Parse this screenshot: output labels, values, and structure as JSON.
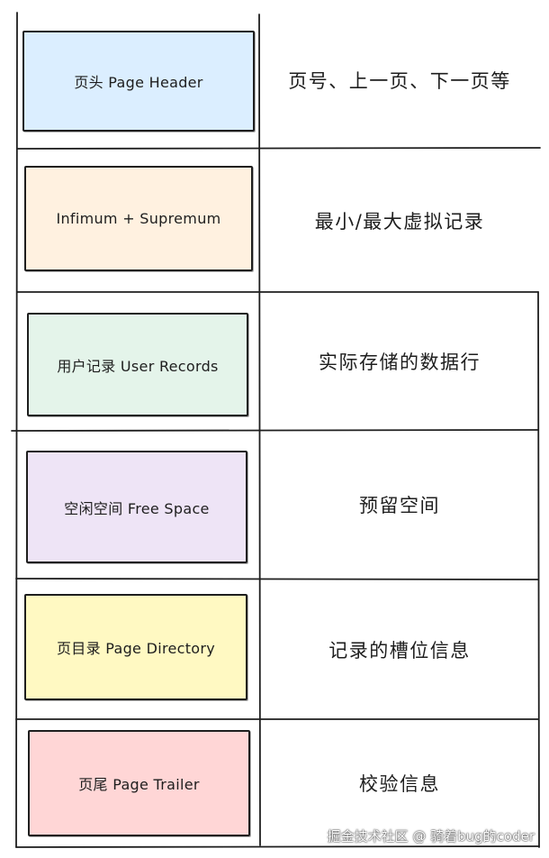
{
  "diagram": {
    "rows": [
      {
        "label": "页头 Page Header",
        "description": "页号、上一页、下一页等",
        "fill": "#dbeeff"
      },
      {
        "label": "Infimum + Supremum",
        "description": "最小/最大虚拟记录",
        "fill": "#fff1e0"
      },
      {
        "label": "用户记录 User Records",
        "description": "实际存储的数据行",
        "fill": "#e4f4ea"
      },
      {
        "label": "空闲空间 Free Space",
        "description": "预留空间",
        "fill": "#eee4f6"
      },
      {
        "label": "页目录 Page Directory",
        "description": "记录的槽位信息",
        "fill": "#fff9c2"
      },
      {
        "label": "页尾 Page Trailer",
        "description": "校验信息",
        "fill": "#ffd6d6"
      }
    ]
  },
  "watermark": "掘金技术社区 @ 骑着bug的coder"
}
